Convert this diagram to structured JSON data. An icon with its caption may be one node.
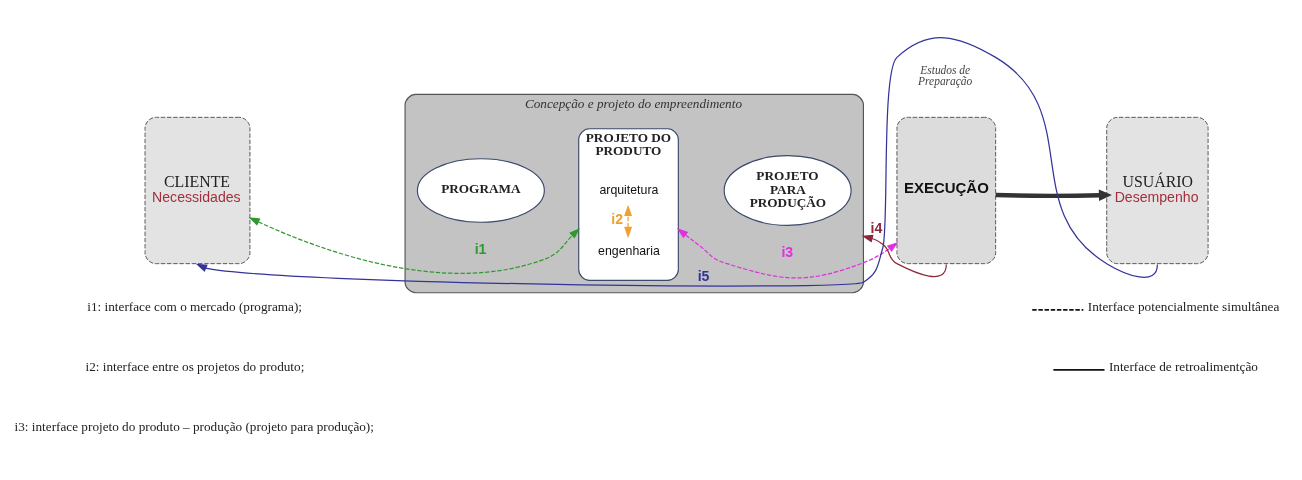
{
  "diagram": {
    "nodes": [
      {
        "text": [
          "CLIENTE",
          "Necessidades"
        ]
      },
      {
        "text": [
          "Concepção e projeto do empreendimento"
        ]
      },
      {
        "text": [
          "PROGRAMA"
        ],
        "in": 1
      },
      {
        "text": [
          "PROJETO DO PRODUTO"
        ],
        "in": 1
      },
      {
        "text": [
          "arquitetura"
        ],
        "in": 3
      },
      {
        "text": [
          "engenharia"
        ],
        "in": 3
      },
      {
        "text": [
          "PROJETO PARA PRODUÇÃO"
        ],
        "in": 1
      },
      {
        "text": [
          "EXECUÇÃO"
        ],
        "beside": [
          "Estudos de Preparação"
        ]
      },
      {
        "text": [
          "USUÁRIO",
          "Desempenho"
        ]
      }
    ],
    "edges": [
      {
        "from": 0,
        "to": 3,
        "arrow": "both",
        "label": "i1",
        "style": "dashed",
        "color": "#2e9a2e"
      },
      {
        "from": 5,
        "to": 4,
        "arrow": "both",
        "label": "i2",
        "style": "dashed",
        "color": "#f0a030"
      },
      {
        "from": 3,
        "to": 7,
        "arrow": "both",
        "label": "i3",
        "style": "dashed",
        "color": "#e030e0"
      },
      {
        "from": 7,
        "to": 8,
        "arrow": "to",
        "style": "thick",
        "color": "#333333"
      },
      {
        "from": 7,
        "to": 1,
        "arrow": "to",
        "label": "i4",
        "color": "#8b2a3a"
      },
      {
        "from": 8,
        "to": 0,
        "arrow": "to",
        "label": "i5",
        "color": "#33339a"
      }
    ],
    "labels": [
      "i1: interface com o mercado (programa);",
      "i2: interface entre os projetos do produto;",
      "i3: interface projeto do produto – produção (projeto para produção);"
    ],
    "legend": [
      {
        "text": "Interface potencialmente simultânea"
      },
      {
        "text": "Interface de retroalimentção"
      }
    ]
  }
}
